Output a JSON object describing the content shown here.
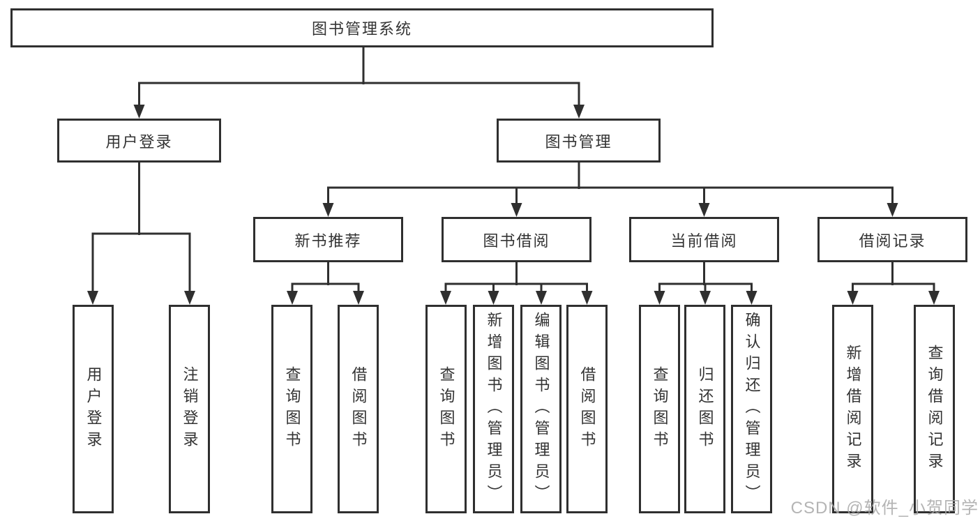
{
  "colors": {
    "line": "#2f2f2f",
    "box_border": "#2f2f2f",
    "text": "#333333",
    "watermark": "#a8a8a8",
    "background": "#ffffff"
  },
  "nodes": {
    "root": {
      "label": "图书管理系统"
    },
    "user_login": {
      "label": "用户登录"
    },
    "book_mgmt": {
      "label": "图书管理"
    },
    "new_book_rec": {
      "label": "新书推荐"
    },
    "book_borrow": {
      "label": "图书借阅"
    },
    "current_borrow": {
      "label": "当前借阅"
    },
    "borrow_records": {
      "label": "借阅记录"
    },
    "leaf_user_login": {
      "label": "用户登录"
    },
    "leaf_logout": {
      "label": "注销登录"
    },
    "leaf_query_book_1": {
      "label": "查询图书"
    },
    "leaf_borrow_book_1": {
      "label": "借阅图书"
    },
    "leaf_query_book_2": {
      "label": "查询图书"
    },
    "leaf_add_book": {
      "label": "新增图书（管理员）"
    },
    "leaf_edit_book": {
      "label": "编辑图书（管理员）"
    },
    "leaf_borrow_book_2": {
      "label": "借阅图书"
    },
    "leaf_query_book_3": {
      "label": "查询图书"
    },
    "leaf_return_book": {
      "label": "归还图书"
    },
    "leaf_confirm_return": {
      "label": "确认归还（管理员）"
    },
    "leaf_add_borrow_record": {
      "label": "新增借阅记录"
    },
    "leaf_query_borrow_record": {
      "label": "查询借阅记录"
    }
  },
  "watermark": {
    "text": "CSDN @软件_小贺同学"
  }
}
